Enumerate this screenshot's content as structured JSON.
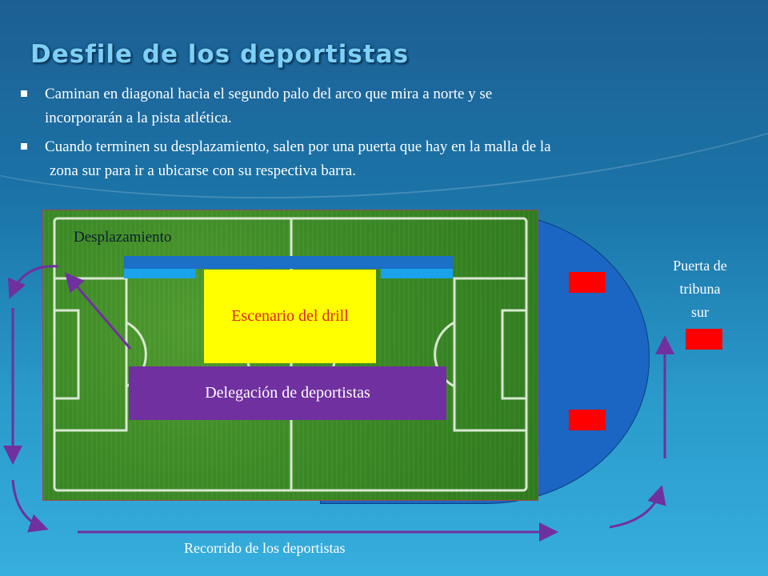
{
  "slide": {
    "title": "Desfile de los deportistas",
    "bullets": [
      {
        "line1": "Caminan en diagonal hacia el segundo palo del arco que mira a norte y se",
        "line2": "incorporarán a la pista atlética."
      },
      {
        "line1": "Cuando terminen su desplazamiento, salen por una puerta que hay en la malla de la",
        "line2": "zona sur para ir a ubicarse con su respectiva barra."
      }
    ]
  },
  "diagram": {
    "desplazamiento_label": "Desplazamiento",
    "stage_label": "Escenario del drill",
    "delegation_label": "Delegación de deportistas",
    "door_label_line1": "Puerta de",
    "door_label_line2": "tribuna",
    "door_label_line3": "sur",
    "route_label": "Recorrido de los deportistas",
    "colors": {
      "field": "#3c8a26",
      "track": "#1a66c2",
      "stage": "#ffff00",
      "delegation": "#7030a0",
      "door": "#ff0000",
      "arrow": "#7030a0"
    }
  }
}
